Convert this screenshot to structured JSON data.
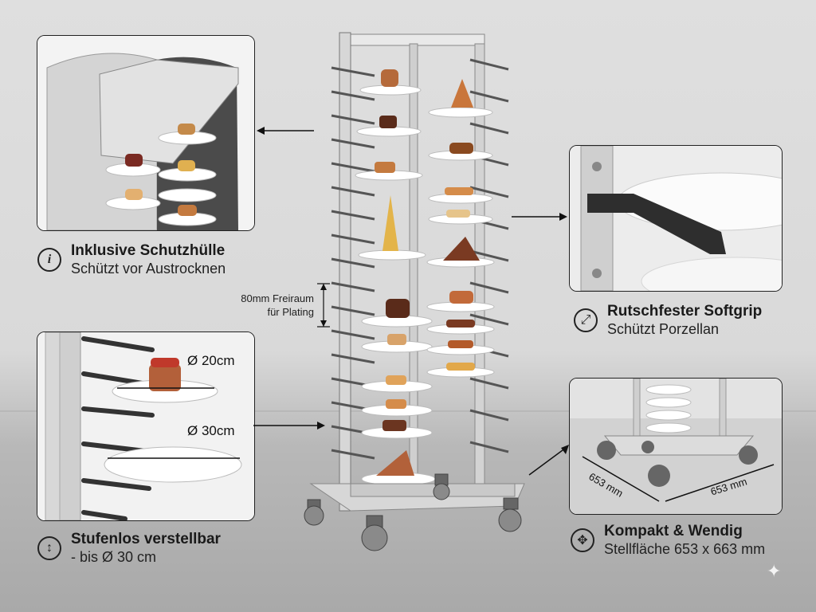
{
  "features": [
    {
      "title": "Inklusive Schutzhülle",
      "subtitle": "Schützt vor Austrocknen",
      "icon": "info-icon"
    },
    {
      "title": "Rutschfester Softgrip",
      "subtitle": "Schützt Porzellan",
      "icon": "diagonal-arrows-icon"
    },
    {
      "title": "Stufenlos verstellbar",
      "subtitle": "- bis Ø 30 cm",
      "icon": "vertical-arrows-icon"
    },
    {
      "title": "Kompakt & Wendig",
      "subtitle": "Stellfläche 653 x 663 mm",
      "icon": "move-arrows-icon"
    }
  ],
  "plate_sizes": {
    "small": "Ø 20cm",
    "large": "Ø 30cm"
  },
  "clearance_label": {
    "line1": "80mm Freiraum",
    "line2": "für Plating"
  },
  "footprint": {
    "depth": "653 mm",
    "width": "653 mm"
  }
}
